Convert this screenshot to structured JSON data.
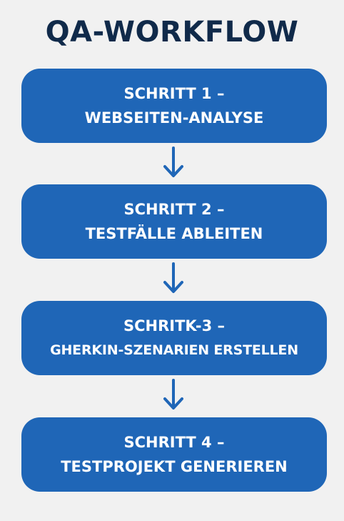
{
  "title": "QA-WORKFLOW",
  "steps": [
    {
      "line1": "SCHRITT 1 –",
      "line2": "WEBSEITEN-ANALYSE"
    },
    {
      "line1": "SCHRITT 2 –",
      "line2": "TESTFÄLLE ABLEITEN"
    },
    {
      "line1": "SCHRITK-3 –",
      "line2": "GHERKIN-SZENARIEN ERSTELLEN"
    },
    {
      "line1": "SCHRITT 4 –",
      "line2": "TESTPROJEKT GENERIEREN"
    }
  ],
  "colors": {
    "title": "#102a4a",
    "box": "#1f66b7",
    "arrow": "#1f66b7",
    "background": "#f1f1f1"
  },
  "icons": [
    "arrow-down-icon"
  ]
}
